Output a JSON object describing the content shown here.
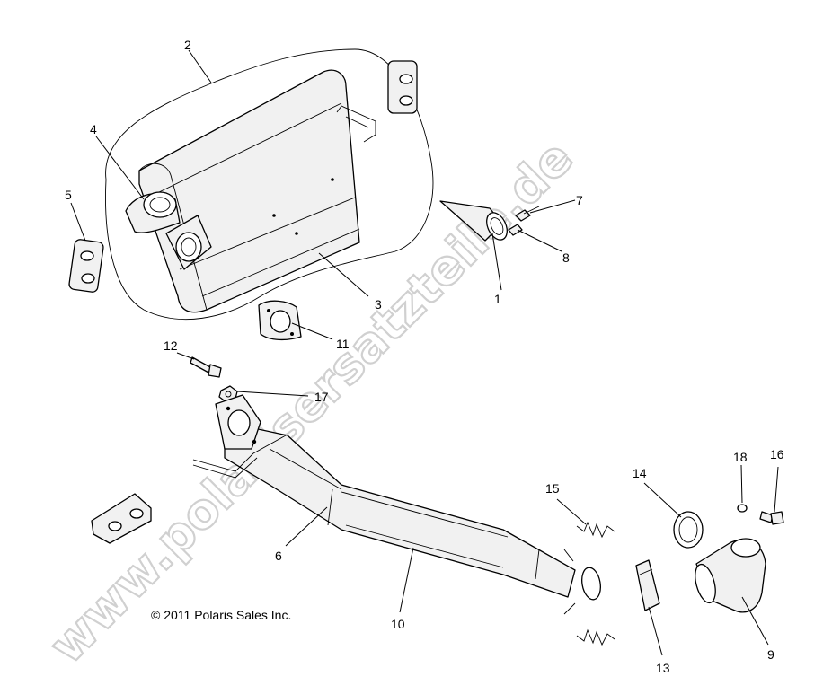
{
  "watermark": "www.polarisersatzteile.de",
  "copyright": "© 2011 Polaris Sales Inc.",
  "callouts": [
    {
      "id": "1",
      "label": "1"
    },
    {
      "id": "2",
      "label": "2"
    },
    {
      "id": "3",
      "label": "3"
    },
    {
      "id": "4",
      "label": "4"
    },
    {
      "id": "5",
      "label": "5"
    },
    {
      "id": "6",
      "label": "6"
    },
    {
      "id": "7",
      "label": "7"
    },
    {
      "id": "8",
      "label": "8"
    },
    {
      "id": "9",
      "label": "9"
    },
    {
      "id": "10",
      "label": "10"
    },
    {
      "id": "11",
      "label": "11"
    },
    {
      "id": "12",
      "label": "12"
    },
    {
      "id": "13",
      "label": "13"
    },
    {
      "id": "14",
      "label": "14"
    },
    {
      "id": "15",
      "label": "15"
    },
    {
      "id": "16",
      "label": "16"
    },
    {
      "id": "17",
      "label": "17"
    },
    {
      "id": "18",
      "label": "18"
    }
  ]
}
